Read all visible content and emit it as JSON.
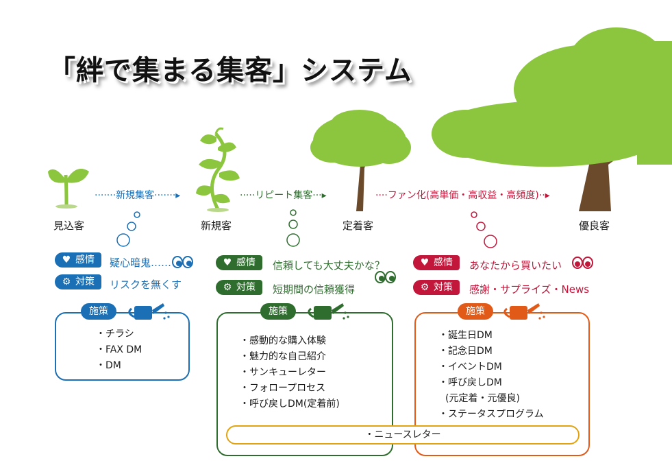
{
  "title": "「絆で集まる集客」システム",
  "stages": {
    "prospect": "見込客",
    "new": "新規客",
    "settled": "定着客",
    "excellent": "優良客"
  },
  "transitions": {
    "t1": "新規集客",
    "t2": "リピート集客",
    "t3": "ファン化(高単価・高収益・高頻度)"
  },
  "labels": {
    "emotion": "感情",
    "action": "対策",
    "measures": "施策"
  },
  "columns": [
    {
      "emotion": "疑心暗鬼……",
      "action": "リスクを無くす",
      "measures": [
        "・チラシ",
        "・FAX DM",
        "・DM"
      ],
      "color": "#1a6fb5"
    },
    {
      "emotion": "信頼しても大丈夫かな？",
      "action": "短期間の信頼獲得",
      "measures": [
        "・感動的な購入体験",
        "・魅力的な自己紹介",
        "・サンキューレター",
        "・フォロープロセス",
        "・呼び戻しDM(定着前)"
      ],
      "color": "#2f6d2f"
    },
    {
      "emotion": "あなたから買いたい",
      "action": "感謝・サプライズ・News",
      "measures": [
        "・誕生日DM",
        "・記念日DM",
        "・イベントDM",
        "・呼び戻しDM",
        "(元定着・元優良)",
        "・ステータスプログラム"
      ],
      "color": "#c2163a"
    }
  ],
  "shared_measure": "・ニュースレター",
  "colors": {
    "plant_green": "#8cc63f",
    "trunk_brown": "#6b4a2b",
    "orange": "#e25a17"
  }
}
